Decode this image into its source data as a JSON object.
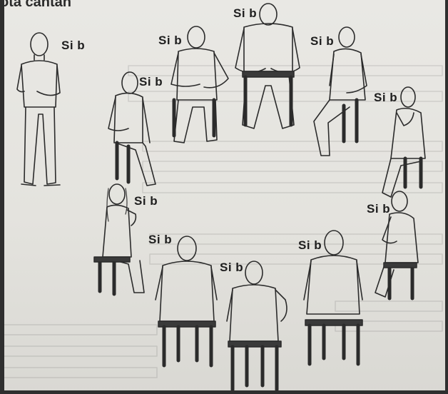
{
  "heading_fragment": "ota cantan",
  "figure_label": "Si b",
  "figures": [
    {
      "id": "standing-left",
      "label": "Si b"
    },
    {
      "id": "top-center",
      "label": "Si b"
    },
    {
      "id": "top-mid-left",
      "label": "Si b"
    },
    {
      "id": "top-mid-right",
      "label": "Si b"
    },
    {
      "id": "upper-left-seated",
      "label": "Si b"
    },
    {
      "id": "right-side",
      "label": "Si b"
    },
    {
      "id": "left-side-girl",
      "label": "Si b"
    },
    {
      "id": "lower-right",
      "label": "Si b"
    },
    {
      "id": "bottom-left-back",
      "label": "Si b"
    },
    {
      "id": "bottom-center-back",
      "label": "Si b"
    },
    {
      "id": "bottom-right-back",
      "label": "Si b"
    }
  ]
}
